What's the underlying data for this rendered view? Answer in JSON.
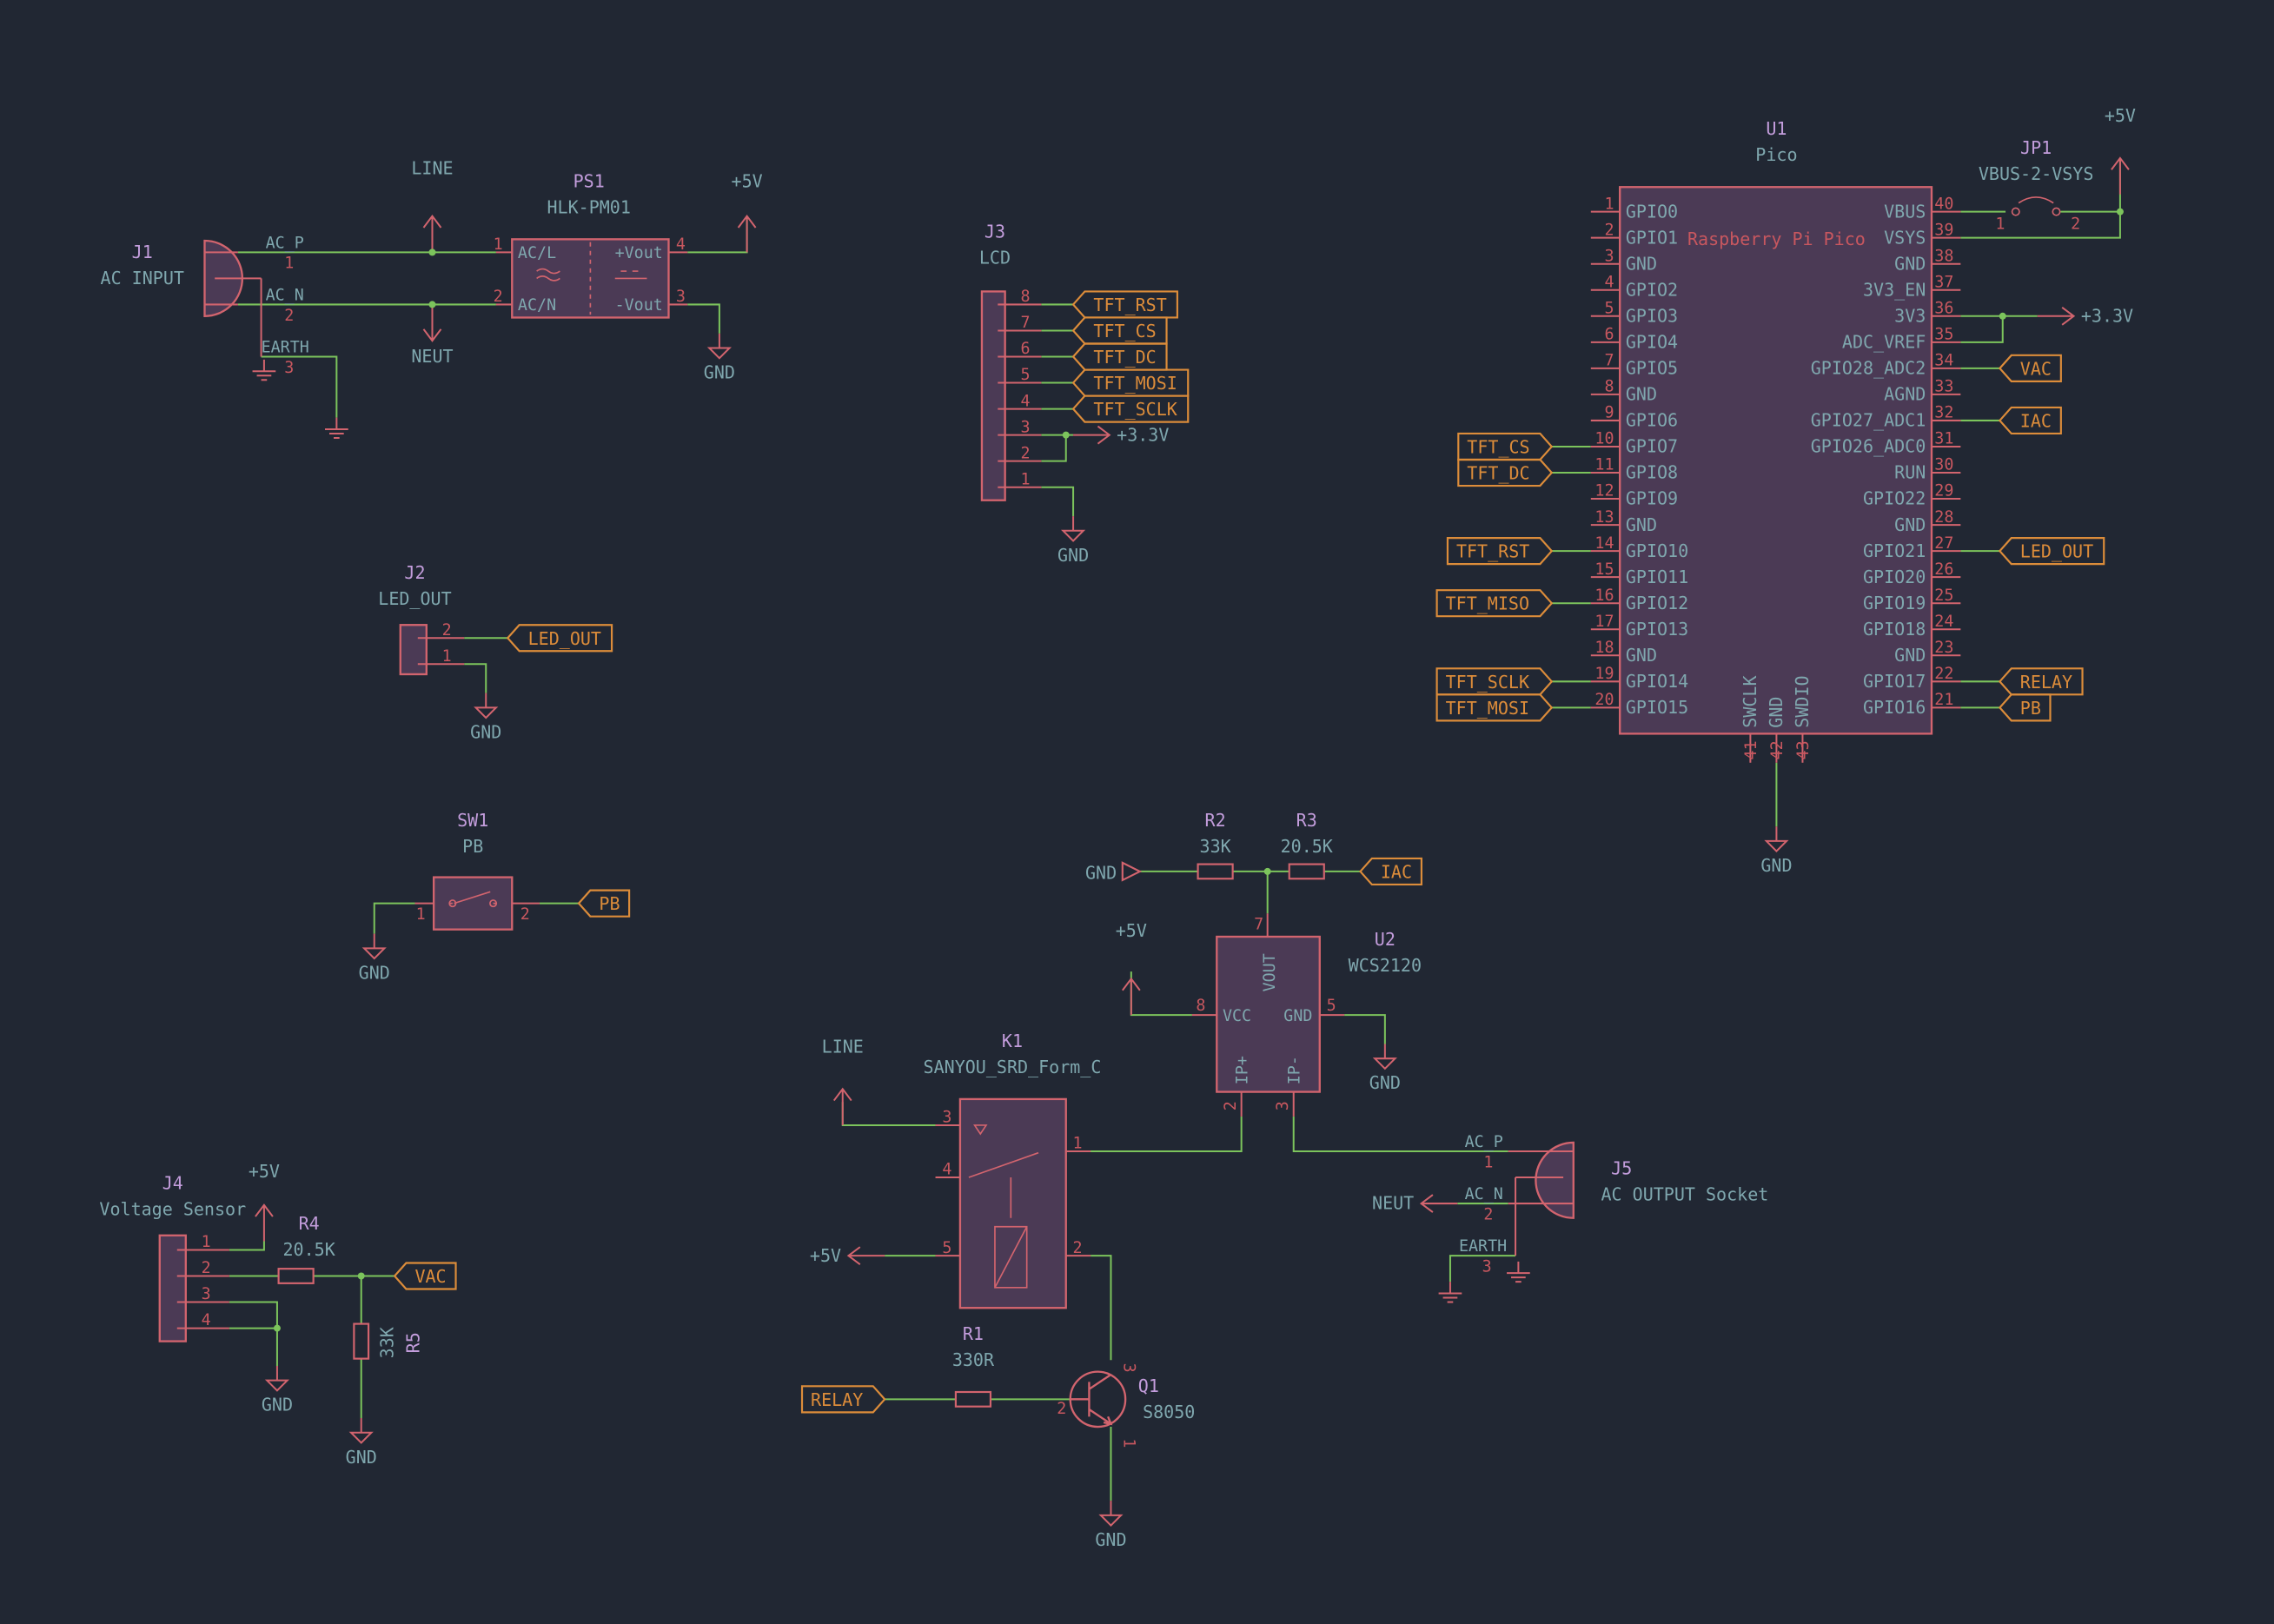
{
  "colors": {
    "background": "#212733",
    "wire": "#7cc45c",
    "part_body": "#4b3a55",
    "part_outline": "#d2646e",
    "pin_text": "#c8575f",
    "ref_text": "#c39ddc",
    "value_text": "#7fa7ae",
    "label": "#dc8c3a",
    "power": "#d2646e"
  },
  "parts": {
    "j1": {
      "ref": "J1",
      "value": "AC INPUT",
      "pins": [
        "AC_P",
        "1",
        "AC_N",
        "2",
        "EARTH",
        "3"
      ]
    },
    "ps1": {
      "ref": "PS1",
      "value": "HLK-PM01",
      "pins": [
        "AC/L",
        "AC/N",
        "+Vout",
        "-Vout",
        "1",
        "2",
        "4",
        "3"
      ]
    },
    "j3": {
      "ref": "J3",
      "value": "LCD",
      "pins": [
        "8",
        "7",
        "6",
        "5",
        "4",
        "3",
        "2",
        "1"
      ]
    },
    "j2": {
      "ref": "J2",
      "value": "LED_OUT",
      "pins": [
        "2",
        "1"
      ]
    },
    "sw1": {
      "ref": "SW1",
      "value": "PB",
      "pins": [
        "1",
        "2"
      ]
    },
    "j4": {
      "ref": "J4",
      "value": "Voltage Sensor",
      "pins": [
        "1",
        "2",
        "3",
        "4"
      ]
    },
    "r4": {
      "ref": "R4",
      "value": "20.5K"
    },
    "r5": {
      "ref": "R5",
      "value": "33K"
    },
    "r2": {
      "ref": "R2",
      "value": "33K"
    },
    "r3": {
      "ref": "R3",
      "value": "20.5K"
    },
    "u2": {
      "ref": "U2",
      "value": "WCS2120",
      "pin_names": [
        "VOUT",
        "VCC",
        "GND",
        "IP+",
        "IP-"
      ],
      "pins": [
        "7",
        "8",
        "5",
        "2",
        "3"
      ]
    },
    "k1": {
      "ref": "K1",
      "value": "SANYOU_SRD_Form_C",
      "pins": [
        "3",
        "4",
        "5",
        "1",
        "2"
      ]
    },
    "r1": {
      "ref": "R1",
      "value": "330R"
    },
    "q1": {
      "ref": "Q1",
      "value": "S8050",
      "pins": [
        "2",
        "3",
        "1"
      ]
    },
    "j5": {
      "ref": "J5",
      "value": "AC OUTPUT Socket",
      "pins": [
        "AC_P",
        "1",
        "AC_N",
        "2",
        "EARTH",
        "3"
      ]
    },
    "jp1": {
      "ref": "JP1",
      "value": "VBUS-2-VSYS",
      "pins": [
        "1",
        "2"
      ]
    },
    "u1": {
      "ref": "U1",
      "value": "Pico",
      "body_text": "Raspberry Pi Pico",
      "left_pins": [
        {
          "num": "1",
          "name": "GPIO0"
        },
        {
          "num": "2",
          "name": "GPIO1"
        },
        {
          "num": "3",
          "name": "GND"
        },
        {
          "num": "4",
          "name": "GPIO2"
        },
        {
          "num": "5",
          "name": "GPIO3"
        },
        {
          "num": "6",
          "name": "GPIO4"
        },
        {
          "num": "7",
          "name": "GPIO5"
        },
        {
          "num": "8",
          "name": "GND"
        },
        {
          "num": "9",
          "name": "GPIO6"
        },
        {
          "num": "10",
          "name": "GPIO7"
        },
        {
          "num": "11",
          "name": "GPIO8"
        },
        {
          "num": "12",
          "name": "GPIO9"
        },
        {
          "num": "13",
          "name": "GND"
        },
        {
          "num": "14",
          "name": "GPIO10"
        },
        {
          "num": "15",
          "name": "GPIO11"
        },
        {
          "num": "16",
          "name": "GPIO12"
        },
        {
          "num": "17",
          "name": "GPIO13"
        },
        {
          "num": "18",
          "name": "GND"
        },
        {
          "num": "19",
          "name": "GPIO14"
        },
        {
          "num": "20",
          "name": "GPIO15"
        }
      ],
      "right_pins": [
        {
          "num": "40",
          "name": "VBUS"
        },
        {
          "num": "39",
          "name": "VSYS"
        },
        {
          "num": "38",
          "name": "GND"
        },
        {
          "num": "37",
          "name": "3V3_EN"
        },
        {
          "num": "36",
          "name": "3V3"
        },
        {
          "num": "35",
          "name": "ADC_VREF"
        },
        {
          "num": "34",
          "name": "GPIO28_ADC2"
        },
        {
          "num": "33",
          "name": "AGND"
        },
        {
          "num": "32",
          "name": "GPIO27_ADC1"
        },
        {
          "num": "31",
          "name": "GPIO26_ADC0"
        },
        {
          "num": "30",
          "name": "RUN"
        },
        {
          "num": "29",
          "name": "GPIO22"
        },
        {
          "num": "28",
          "name": "GND"
        },
        {
          "num": "27",
          "name": "GPIO21"
        },
        {
          "num": "26",
          "name": "GPIO20"
        },
        {
          "num": "25",
          "name": "GPIO19"
        },
        {
          "num": "24",
          "name": "GPIO18"
        },
        {
          "num": "23",
          "name": "GND"
        },
        {
          "num": "22",
          "name": "GPIO17"
        },
        {
          "num": "21",
          "name": "GPIO16"
        }
      ],
      "bottom_pins": [
        {
          "num": "41",
          "name": "SWCLK"
        },
        {
          "num": "42",
          "name": "GND"
        },
        {
          "num": "43",
          "name": "SWDIO"
        }
      ]
    }
  },
  "net_labels": {
    "tft_rst": "TFT_RST",
    "tft_cs": "TFT_CS",
    "tft_dc": "TFT_DC",
    "tft_mosi": "TFT_MOSI",
    "tft_sclk": "TFT_SCLK",
    "tft_miso": "TFT_MISO",
    "led_out": "LED_OUT",
    "pb": "PB",
    "vac": "VAC",
    "iac": "IAC",
    "relay": "RELAY"
  },
  "power": {
    "gnd": "GND",
    "plus5v": "+5V",
    "plus3v3": "+3.3V",
    "line": "LINE",
    "neut": "NEUT"
  }
}
